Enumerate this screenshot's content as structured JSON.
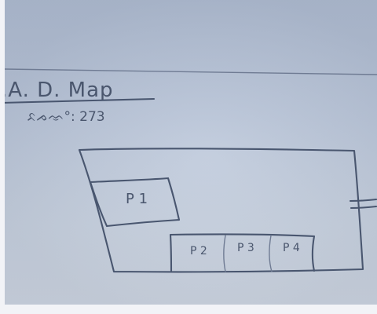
{
  "sketch": {
    "title": ".A. D. Map",
    "subtitle": "ᨅᨍᨎ°: 273",
    "plots": [
      {
        "label": "P 1"
      },
      {
        "label": "P 2"
      },
      {
        "label": "P 3"
      },
      {
        "label": "P 4"
      }
    ]
  }
}
